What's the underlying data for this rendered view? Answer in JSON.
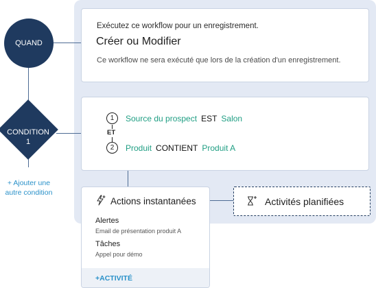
{
  "nodes": {
    "when_label": "QUAND",
    "condition_label_line1": "CONDITION",
    "condition_label_line2": "1",
    "add_condition_line1": "+ Ajouter une",
    "add_condition_line2": "autre condition"
  },
  "trigger": {
    "description": "Exécutez ce workflow pour un enregistrement.",
    "title": "Créer ou Modifier",
    "note": "Ce workflow ne sera exécuté que lors de la création d'un enregistrement."
  },
  "conditions": {
    "connector": "ET",
    "criteria": [
      {
        "number": "1",
        "field": "Source du prospect",
        "operator": "EST",
        "value": "Salon"
      },
      {
        "number": "2",
        "field": "Produit",
        "operator": "CONTIENT",
        "value": "Produit A"
      }
    ]
  },
  "actions": {
    "title": "Actions instantanées",
    "items": [
      {
        "heading": "Alertes",
        "detail": "Email de présentation produit A"
      },
      {
        "heading": "Tâches",
        "detail": "Appel pour démo"
      }
    ],
    "add_label": "+ACTIVITÉ"
  },
  "scheduled": {
    "title": "Activités planifiées"
  },
  "colors": {
    "node_navy": "#1f3a5f",
    "accent_green": "#1f9e83",
    "link_blue": "#2a91c9",
    "panel_bg": "#e3e9f4"
  },
  "icons": {
    "actions": "lightning-plus-icon",
    "scheduled": "hourglass-plus-icon"
  }
}
